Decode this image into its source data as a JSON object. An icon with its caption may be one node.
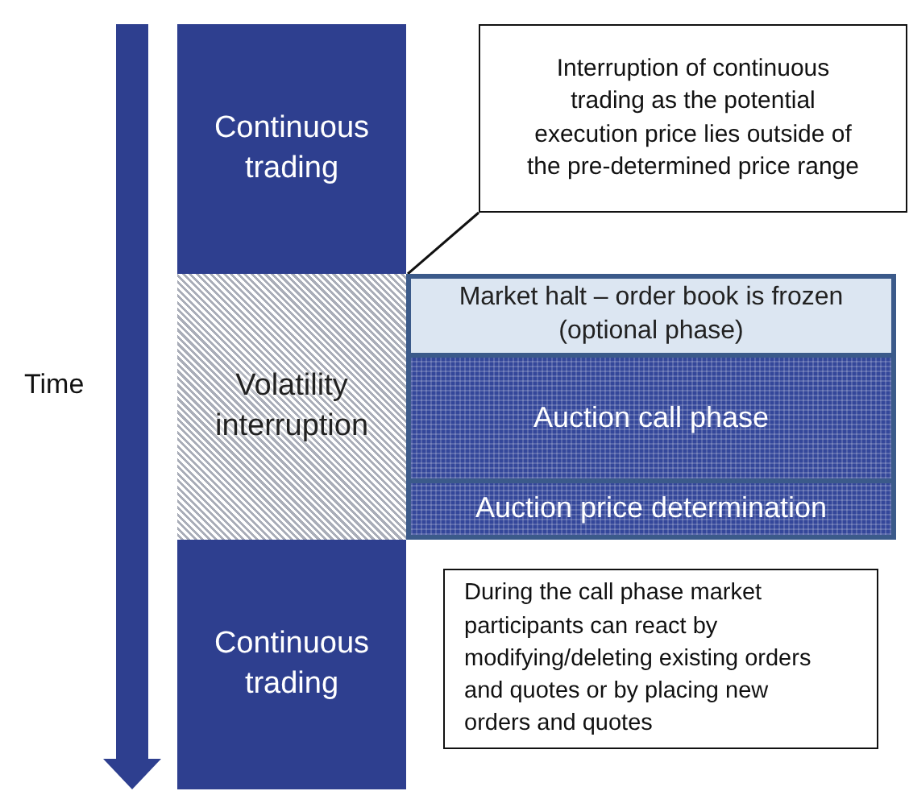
{
  "diagram": {
    "nodes": [
      {
        "text": [
          "Continuous trading"
        ]
      },
      {
        "text": [
          "Interruption of continuous trading as the potential execution price lies outside of the pre-determined price range"
        ]
      },
      {
        "text": [
          "Volatility interruption"
        ]
      },
      {
        "text": [
          "Market halt – order book is frozen (optional phase)"
        ]
      },
      {
        "text": [
          "Auction call phase"
        ]
      },
      {
        "text": [
          "Auction price determination"
        ]
      },
      {
        "text": [
          "Continuous trading"
        ]
      },
      {
        "text": [
          "During the call phase market participants can react by modifying/deleting  existing orders and quotes or by placing new orders and quotes"
        ]
      }
    ],
    "edges": [
      {
        "from": 1,
        "to": 3,
        "arrow": "none"
      }
    ],
    "labels": [
      "Time"
    ]
  }
}
